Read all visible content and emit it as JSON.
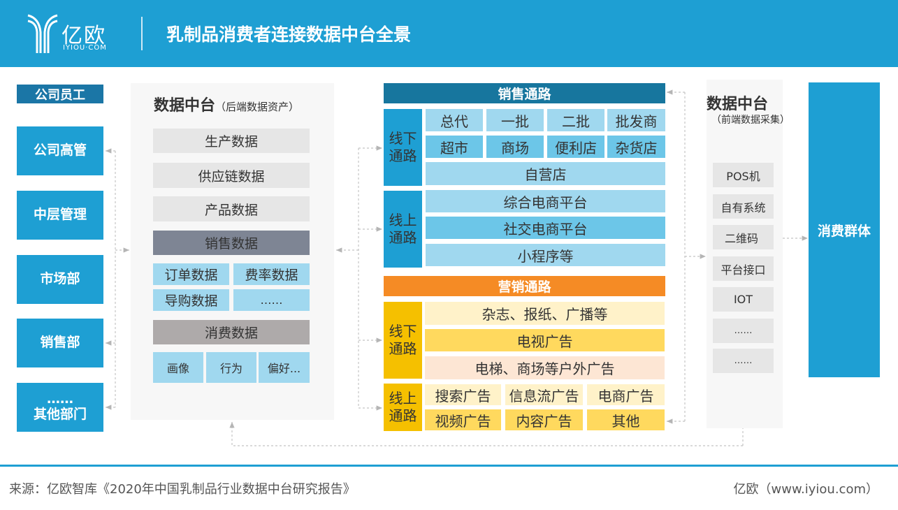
{
  "header": {
    "logo_text": "亿欧",
    "logo_sub": "IYIOU·COM",
    "title": "乳制品消费者连接数据中台全景"
  },
  "staff": {
    "title": "公司员工",
    "departments": [
      "公司高管",
      "中层管理",
      "市场部",
      "销售部"
    ],
    "other_top": "……",
    "other_bottom": "其他部门"
  },
  "backend": {
    "title": "数据中台",
    "subtitle": "（后端数据资产）",
    "production": "生产数据",
    "supply": "供应链数据",
    "product": "产品数据",
    "sales": "销售数据",
    "sales_sub": [
      "订单数据",
      "费率数据",
      "导购数据",
      "……"
    ],
    "consumer": "消费数据",
    "consumer_sub": [
      "画像",
      "行为",
      "偏好..."
    ]
  },
  "sales_channels": {
    "title": "销售通路",
    "offline_label": [
      "线下",
      "通路"
    ],
    "offline_row1": [
      "总代",
      "一批",
      "二批",
      "批发商"
    ],
    "offline_row2": [
      "超市",
      "商场",
      "便利店",
      "杂货店"
    ],
    "offline_row3": "自营店",
    "online_label": [
      "线上",
      "通路"
    ],
    "online": [
      "综合电商平台",
      "社交电商平台",
      "小程序等"
    ]
  },
  "marketing_channels": {
    "title": "营销通路",
    "offline_label": [
      "线下",
      "通路"
    ],
    "offline": [
      "杂志、报纸、广播等",
      "电视广告",
      "电梯、商场等户外广告"
    ],
    "online_label": [
      "线上",
      "通路"
    ],
    "online_row1": [
      "搜索广告",
      "信息流广告",
      "电商广告"
    ],
    "online_row2": [
      "视频广告",
      "内容广告",
      "其他"
    ]
  },
  "frontend": {
    "title": "数据中台",
    "subtitle": "（前端数据采集）",
    "items": [
      "POS机",
      "自有系统",
      "二维码",
      "平台接口",
      "IOT",
      "……",
      "……"
    ]
  },
  "consumers": {
    "label": "消费群体"
  },
  "footer": {
    "source": "来源：亿欧智库《2020年中国乳制品行业数据中台研究报告》",
    "brand": "亿欧（www.iyiou.com）"
  },
  "colors": {
    "brand_blue": "#1e9fd3",
    "dark_blue": "#17769e",
    "orange": "#f58b25",
    "yellow": "#f5c000"
  }
}
